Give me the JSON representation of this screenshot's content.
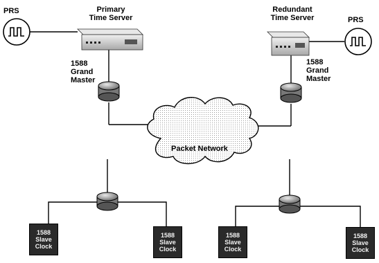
{
  "prs_left": "PRS",
  "prs_right": "PRS",
  "primary_server": {
    "line1": "Primary",
    "line2": "Time Server"
  },
  "redundant_server": {
    "line1": "Redundant",
    "line2": "Time Server"
  },
  "grandmaster_left": {
    "line1": "1588",
    "line2": "Grand",
    "line3": "Master"
  },
  "grandmaster_right": {
    "line1": "1588",
    "line2": "Grand",
    "line3": "Master"
  },
  "network_label": "Packet Network",
  "slaves": [
    {
      "line1": "1588",
      "line2": "Slave",
      "line3": "Clock"
    },
    {
      "line1": "1588",
      "line2": "Slave",
      "line3": "Clock"
    },
    {
      "line1": "1588",
      "line2": "Slave",
      "line3": "Clock"
    },
    {
      "line1": "1588",
      "line2": "Slave",
      "line3": "Clock"
    }
  ],
  "colors": {
    "line": "#000000",
    "device": "#cfcfcf",
    "slave_fill": "#2a2a2a",
    "cloud": "#e6e6e6"
  }
}
